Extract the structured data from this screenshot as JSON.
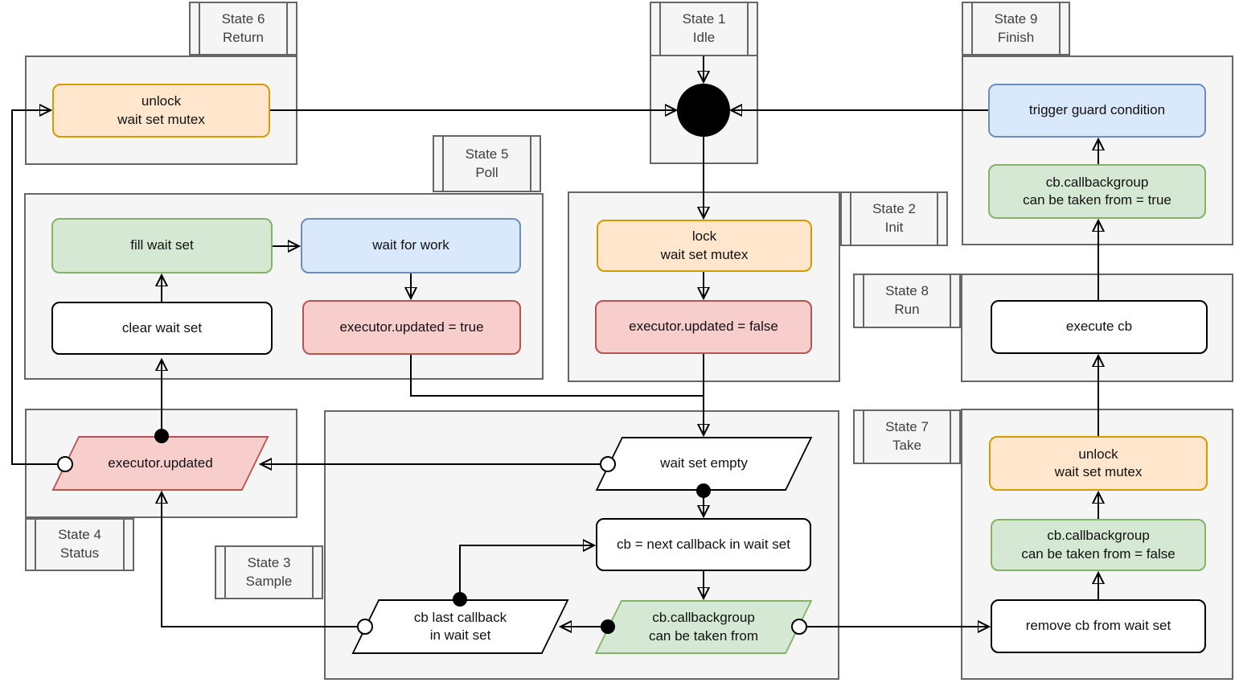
{
  "diagram_type": "executor-state-machine-flowchart",
  "colors": {
    "container_fill": "#f5f5f5",
    "container_stroke": "#666666",
    "edge": "#000000",
    "orange_fill": "#ffe6cc",
    "orange_stroke": "#d79b00",
    "blue_fill": "#dae8fc",
    "blue_stroke": "#6c8ebf",
    "green_fill": "#d5e8d4",
    "green_stroke": "#82b366",
    "red_fill": "#f8cecc",
    "red_stroke": "#b85450",
    "white_fill": "#ffffff",
    "white_stroke": "#000000"
  },
  "states": {
    "s1": {
      "name": "State 1",
      "phase": "Idle"
    },
    "s2": {
      "name": "State 2",
      "phase": "Init"
    },
    "s3": {
      "name": "State 3",
      "phase": "Sample"
    },
    "s4": {
      "name": "State 4",
      "phase": "Status"
    },
    "s5": {
      "name": "State 5",
      "phase": "Poll"
    },
    "s6": {
      "name": "State 6",
      "phase": "Return"
    },
    "s7": {
      "name": "State 7",
      "phase": "Take"
    },
    "s8": {
      "name": "State 8",
      "phase": "Run"
    },
    "s9": {
      "name": "State 9",
      "phase": "Finish"
    }
  },
  "nodes": {
    "s6_unlock": {
      "line1": "unlock",
      "line2": "wait set mutex",
      "fill": "#ffe6cc",
      "stroke": "#d79b00"
    },
    "s9_trigger": {
      "line1": "trigger guard condition",
      "fill": "#dae8fc",
      "stroke": "#6c8ebf"
    },
    "s9_cb_true": {
      "line1": "cb.callbackgroup",
      "line2": "can be taken from = true",
      "fill": "#d5e8d4",
      "stroke": "#82b366"
    },
    "s5_fill": {
      "line1": "fill wait set",
      "fill": "#d5e8d4",
      "stroke": "#82b366"
    },
    "s5_wait": {
      "line1": "wait for work",
      "fill": "#dae8fc",
      "stroke": "#6c8ebf"
    },
    "s5_clear": {
      "line1": "clear wait set",
      "fill": "#ffffff",
      "stroke": "#000000"
    },
    "s5_upd_true": {
      "line1": "executor.updated = true",
      "fill": "#f8cecc",
      "stroke": "#b85450"
    },
    "s2_lock": {
      "line1": "lock",
      "line2": "wait set mutex",
      "fill": "#ffe6cc",
      "stroke": "#d79b00"
    },
    "s2_upd_false": {
      "line1": "executor.updated = false",
      "fill": "#f8cecc",
      "stroke": "#b85450"
    },
    "s8_execute": {
      "line1": "execute cb",
      "fill": "#ffffff",
      "stroke": "#000000"
    },
    "s7_unlock": {
      "line1": "unlock",
      "line2": "wait set mutex",
      "fill": "#ffe6cc",
      "stroke": "#d79b00"
    },
    "s7_cb_false": {
      "line1": "cb.callbackgroup",
      "line2": "can be taken from = false",
      "fill": "#d5e8d4",
      "stroke": "#82b366"
    },
    "s7_remove": {
      "line1": "remove cb from wait set",
      "fill": "#ffffff",
      "stroke": "#000000"
    },
    "s4_updated": {
      "line1": "executor.updated",
      "fill": "#f8cecc",
      "stroke": "#b85450"
    },
    "s3_empty": {
      "line1": "wait set empty",
      "fill": "#ffffff",
      "stroke": "#000000"
    },
    "s3_next": {
      "line1": "cb = next callback in wait set",
      "fill": "#ffffff",
      "stroke": "#000000"
    },
    "s3_last": {
      "line1": "cb last callback",
      "line2": "in wait set",
      "fill": "#ffffff",
      "stroke": "#000000"
    },
    "s3_can_take": {
      "line1": "cb.callbackgroup",
      "line2": "can be taken from",
      "fill": "#d5e8d4",
      "stroke": "#82b366"
    }
  }
}
